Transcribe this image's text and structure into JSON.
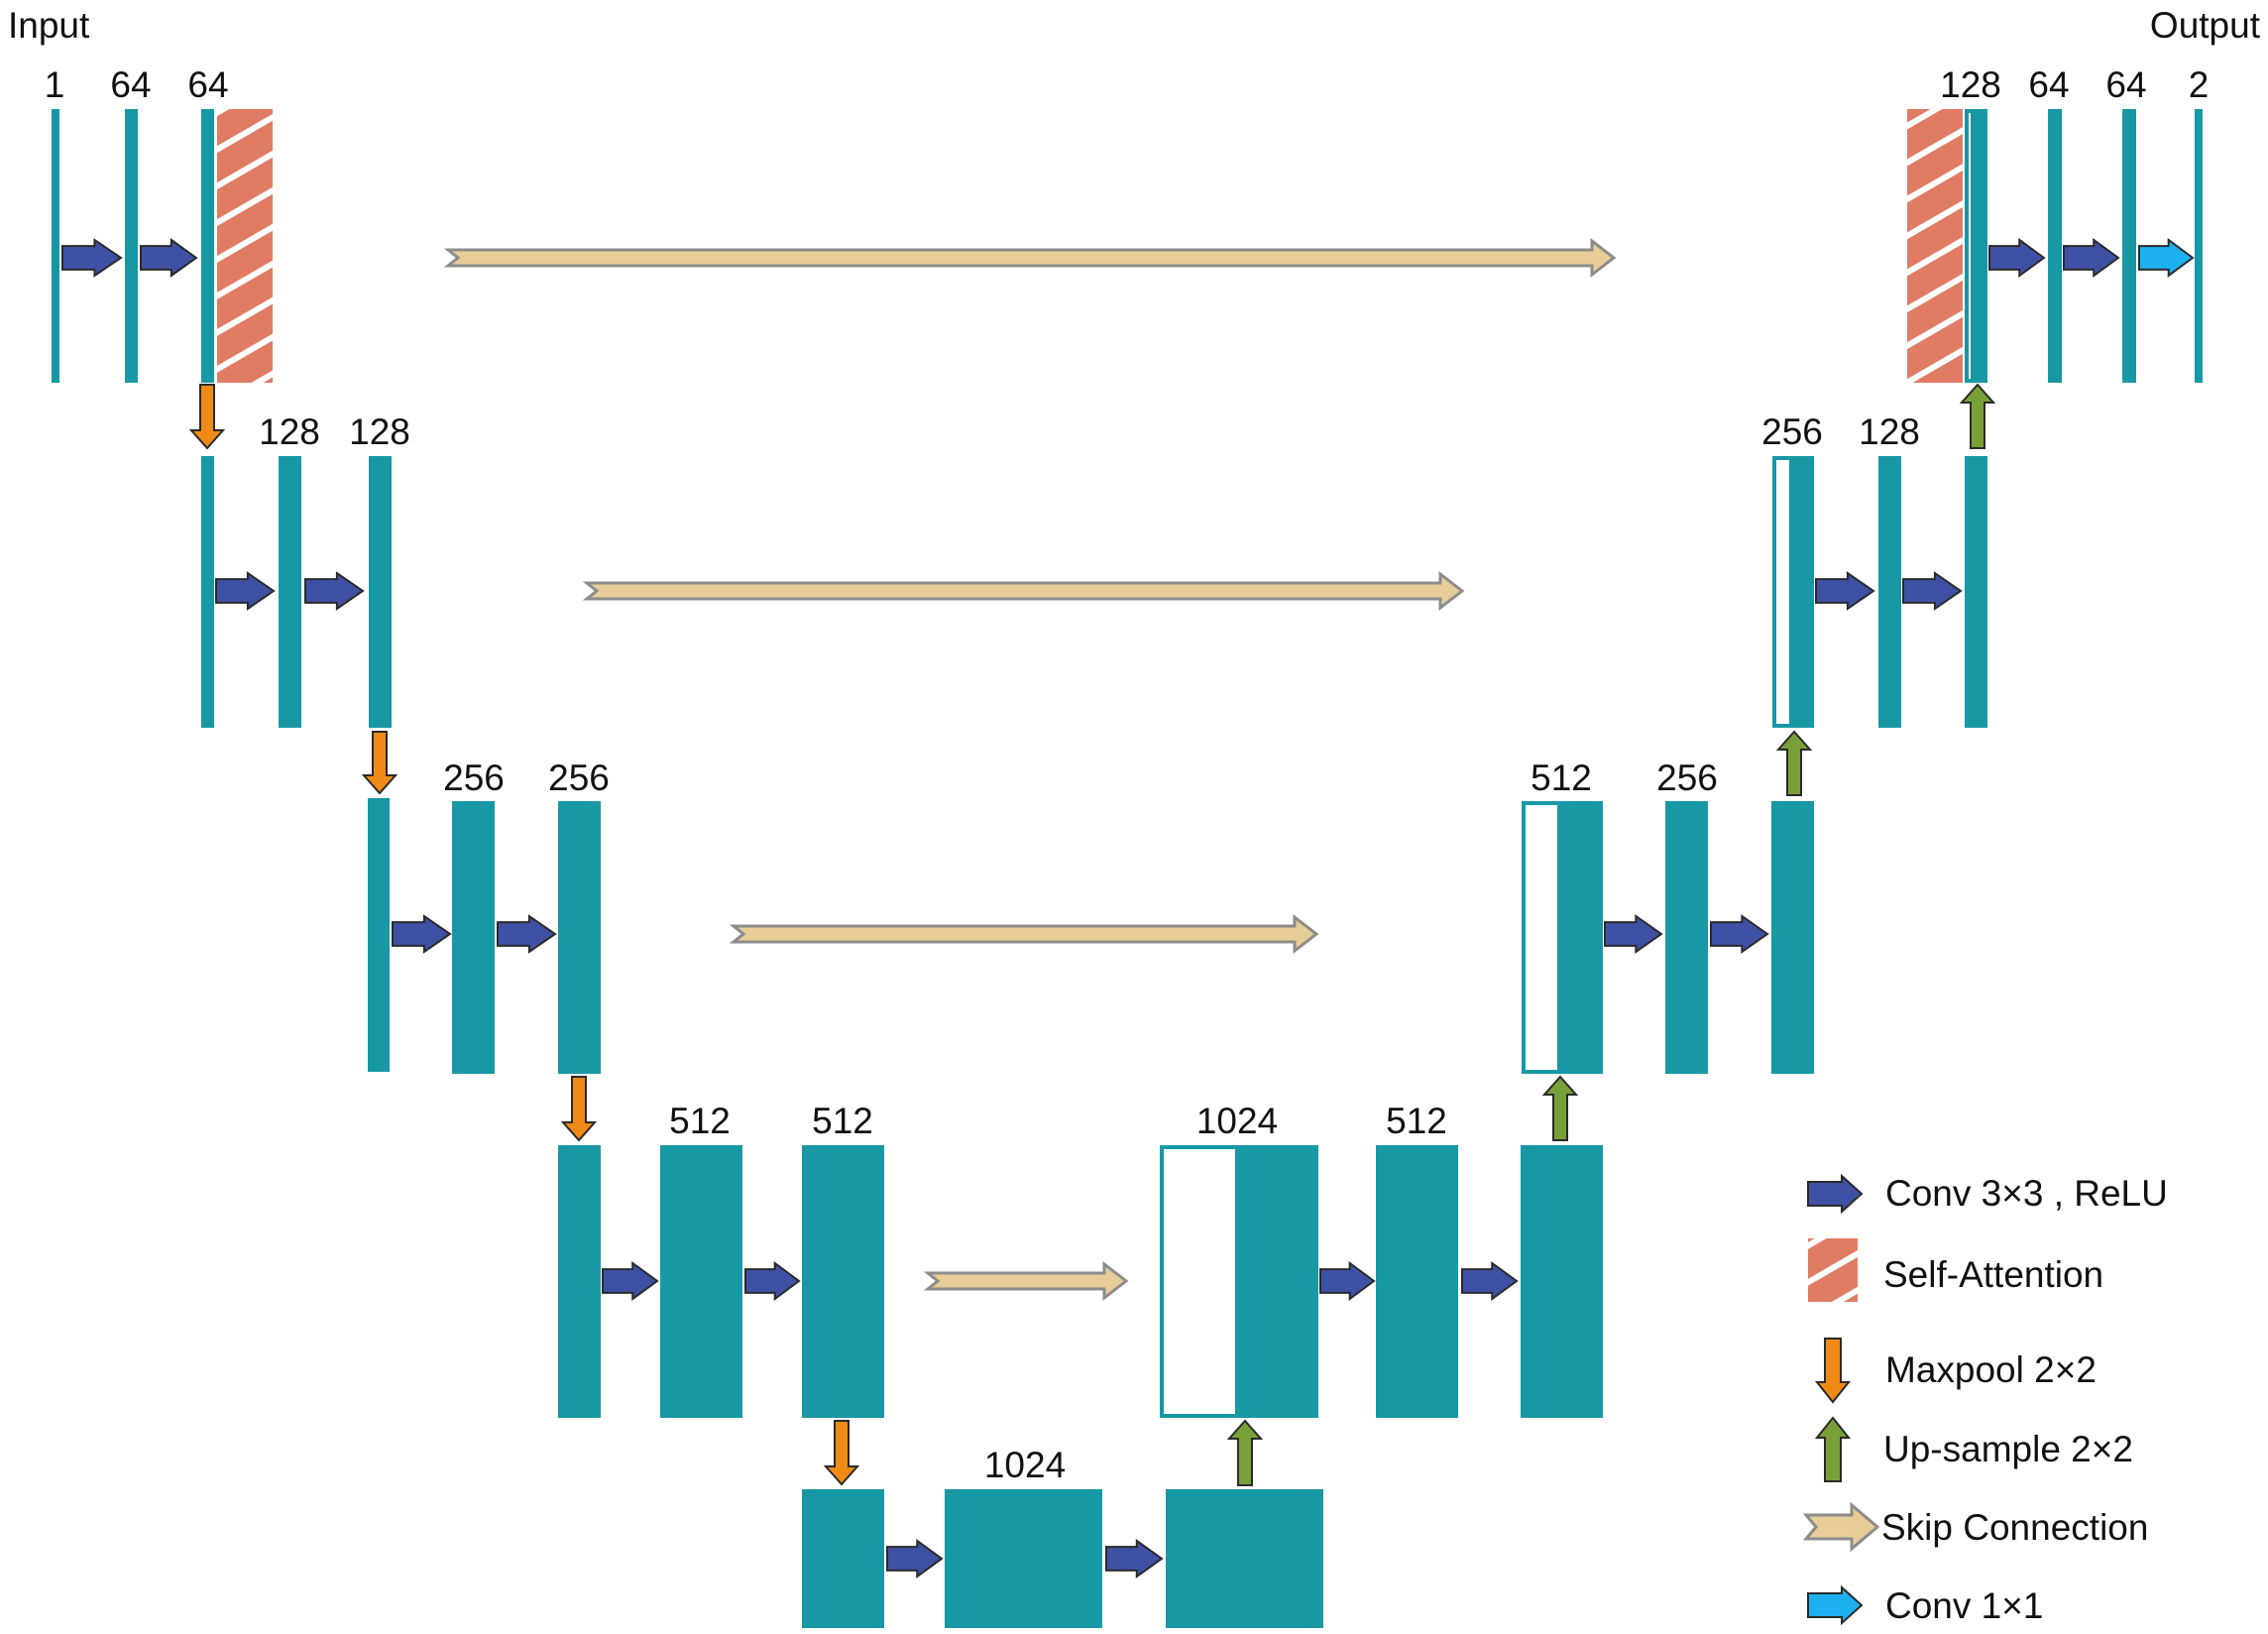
{
  "colors": {
    "block": "#1898A4",
    "conv_arrow": "#3F51A5",
    "conv1_arrow": "#1DB0F0",
    "maxpool_arrow": "#F08A16",
    "upsample_arrow": "#79A038",
    "skip_arrow": "#E7CE98",
    "attention": "#E17C64",
    "arrow_outline": "#2A2A2A",
    "skip_outline": "#8C8C8C",
    "text": "#111111"
  },
  "labels": {
    "input": "Input",
    "output": "Output"
  },
  "channels": {
    "enc1": [
      "1",
      "64",
      "64"
    ],
    "enc2": [
      "128",
      "128"
    ],
    "enc3": [
      "256",
      "256"
    ],
    "enc4": [
      "512",
      "512"
    ],
    "bottleneck": [
      "1024"
    ],
    "dec4": [
      "1024",
      "512"
    ],
    "dec3": [
      "512",
      "256"
    ],
    "dec2": [
      "256",
      "128"
    ],
    "dec1": [
      "128",
      "64",
      "64",
      "2"
    ]
  },
  "legend": {
    "conv": "Conv 3×3 , ReLU",
    "attention": "Self-Attention",
    "maxpool": "Maxpool 2×2",
    "upsample": "Up-sample 2×2",
    "skip": "Skip Connection",
    "conv1": "Conv 1×1"
  }
}
